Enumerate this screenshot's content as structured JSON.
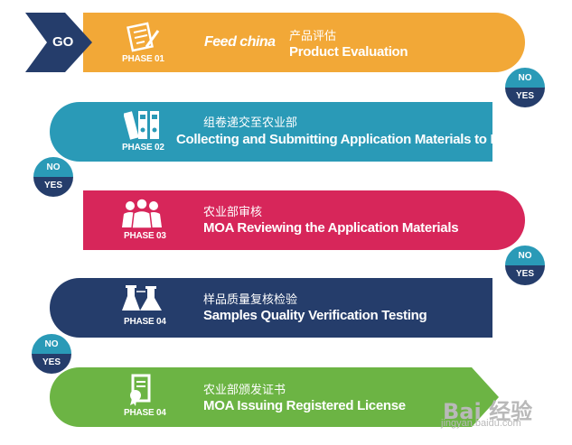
{
  "start": {
    "label": "GO"
  },
  "brand": {
    "logo_text": "Feed china"
  },
  "colors": {
    "orange": "#f2a837",
    "teal": "#2a9ab7",
    "crimson": "#d7265a",
    "navy": "#253d6b",
    "green": "#6cb444",
    "badge_top": "#2a9ab7",
    "badge_bottom": "#253d6b"
  },
  "phases": [
    {
      "phase": "PHASE 01",
      "title_cn": "产品评估",
      "title_en": "Product Evaluation",
      "icon": "document-pen-icon"
    },
    {
      "phase": "PHASE 02",
      "title_cn": "组卷递交至农业部",
      "title_en": "Collecting and Submitting Application Materials to MOA",
      "icon": "binders-icon"
    },
    {
      "phase": "PHASE 03",
      "title_cn": "农业部审核",
      "title_en": "MOA Reviewing the Application Materials",
      "icon": "people-group-icon"
    },
    {
      "phase": "PHASE 04",
      "title_cn": "样品质量复核检验",
      "title_en": "Samples Quality Verification Testing",
      "icon": "lab-flask-icon"
    },
    {
      "phase": "PHASE 04",
      "title_cn": "农业部颁发证书",
      "title_en": "MOA Issuing Registered License",
      "icon": "certificate-icon"
    }
  ],
  "decisions": [
    {
      "no": "NO",
      "yes": "YES"
    },
    {
      "no": "NO",
      "yes": "YES"
    },
    {
      "no": "NO",
      "yes": "YES"
    },
    {
      "no": "NO",
      "yes": "YES"
    }
  ],
  "watermark": {
    "brand": "Bai 经验",
    "url": "jingyan.baidu.com"
  }
}
